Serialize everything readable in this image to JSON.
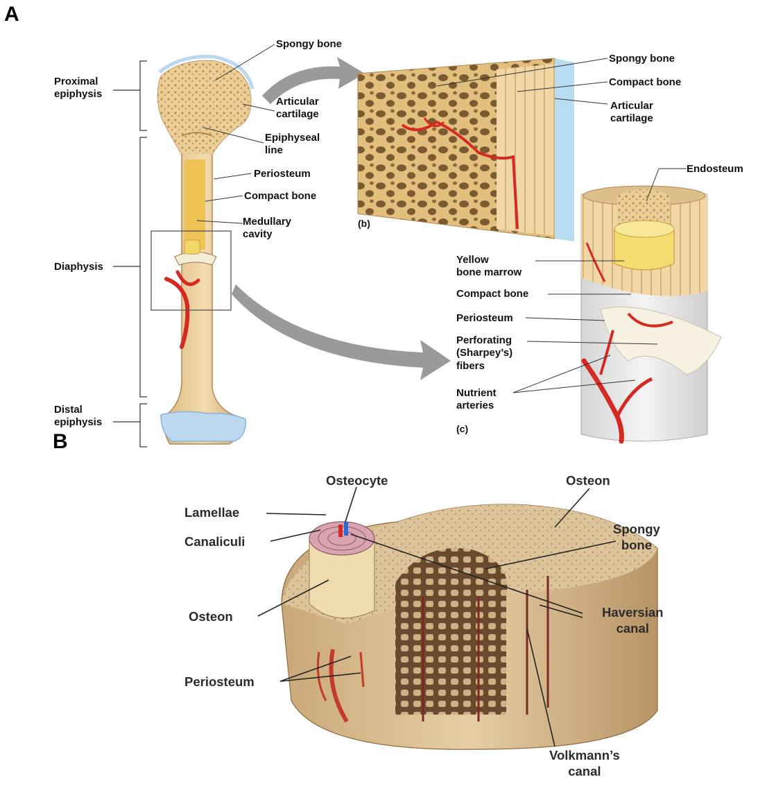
{
  "panels": {
    "a": "A",
    "b": "B"
  },
  "subfigures": {
    "b": "(b)",
    "c": "(c)"
  },
  "panel_a": {
    "bone_regions": {
      "proximal_epiphysis": "Proximal\nepiphysis",
      "diaphysis": "Diaphysis",
      "distal_epiphysis": "Distal\nepiphysis"
    },
    "long_bone": {
      "spongy_bone": "Spongy bone",
      "articular_cartilage": "Articular\ncartilage",
      "epiphyseal_line": "Epiphyseal\nline",
      "periosteum": "Periosteum",
      "compact_bone": "Compact bone",
      "medullary_cavity": "Medullary\ncavity"
    },
    "spongy_detail": {
      "spongy_bone": "Spongy bone",
      "compact_bone": "Compact bone",
      "articular_cartilage": "Articular\ncartilage"
    },
    "shaft_detail": {
      "endosteum": "Endosteum",
      "yellow_bone_marrow": "Yellow\nbone marrow",
      "compact_bone": "Compact bone",
      "periosteum": "Periosteum",
      "perforating_fibers": "Perforating\n(Sharpey’s)\nfibers",
      "nutrient_arteries": "Nutrient\narteries"
    }
  },
  "panel_b": {
    "osteocyte": "Osteocyte",
    "osteon_top": "Osteon",
    "lamellae": "Lamellae",
    "canaliculi": "Canaliculi",
    "spongy_bone": "Spongy\nbone",
    "osteon": "Osteon",
    "haversian_canal": "Haversian\ncanal",
    "periosteum": "Periosteum",
    "volkmanns_canal": "Volkmann’s\ncanal"
  },
  "colors": {
    "bone": "#eccd96",
    "bone_dark": "#c9a36a",
    "cartilage": "#b9d6ee",
    "artery": "#d42a22",
    "arrow": "#9a9a9a",
    "periosteum": "#e3e3e3",
    "marrow": "#f1d35a",
    "osteon_tissue": "#d9c094"
  }
}
